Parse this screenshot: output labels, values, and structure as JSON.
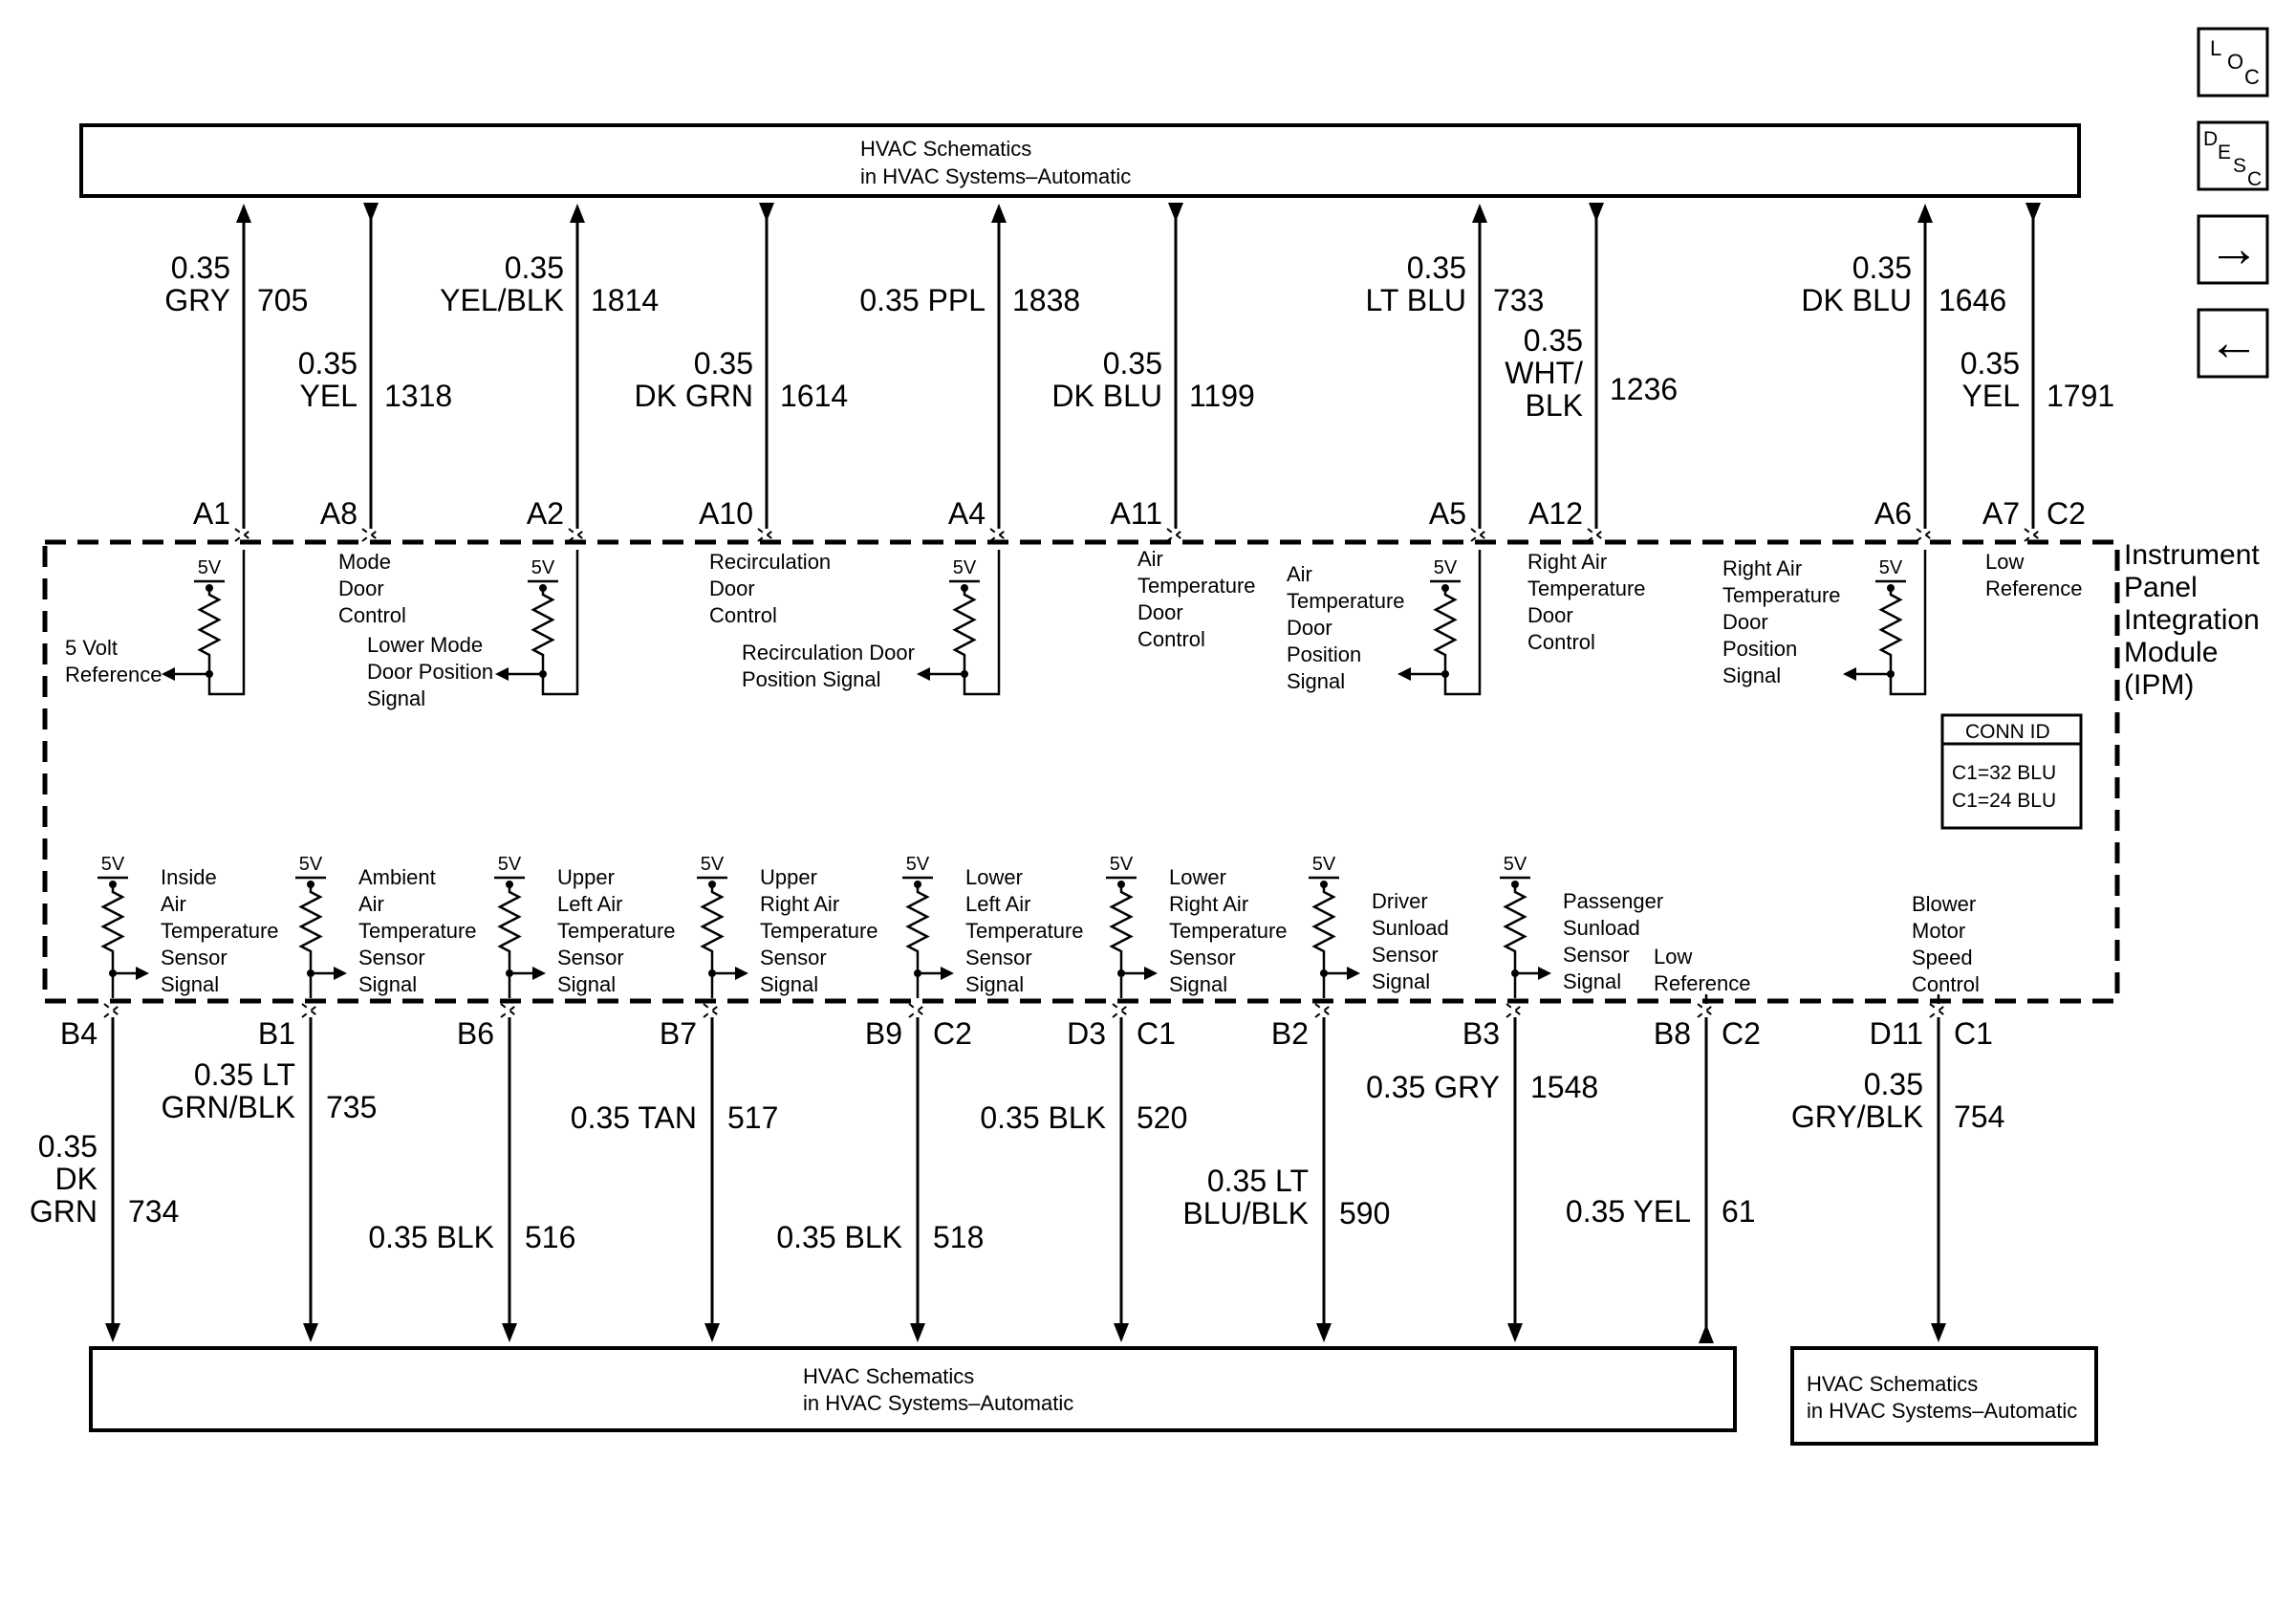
{
  "blocks": {
    "top": [
      "HVAC Schematics",
      "in HVAC Systems–Automatic"
    ],
    "bottom_main": [
      "HVAC Schematics",
      "in HVAC Systems–Automatic"
    ],
    "bottom_right": [
      "HVAC Schematics",
      "in HVAC Systems–Automatic"
    ]
  },
  "module_label": [
    "Instrument",
    "Panel",
    "Integration",
    "Module",
    "(IPM)"
  ],
  "conn_id": {
    "title": "CONN ID",
    "lines": [
      "C1=32 BLU",
      "C1=24 BLU"
    ]
  },
  "nav": {
    "loc": [
      "L",
      "O",
      "C"
    ],
    "desc": [
      "D",
      "E",
      "S",
      "C"
    ],
    "next": "→",
    "prev": "←"
  },
  "five_volt": "5V",
  "top_wires": [
    {
      "pin": "A1",
      "dir": "up",
      "lines": [
        "0.35",
        "GRY"
      ],
      "circuit": "705",
      "signal": [
        "5 Volt",
        "Reference"
      ],
      "sensor": true
    },
    {
      "pin": "A8",
      "dir": "down",
      "lines": [
        "0.35",
        "YEL"
      ],
      "circuit": "1318",
      "signal": [
        "Mode",
        "Door",
        "Control"
      ],
      "sensor": false
    },
    {
      "pin": "A2",
      "dir": "up",
      "lines": [
        "0.35",
        "YEL/BLK"
      ],
      "circuit": "1814",
      "signal": [
        "Lower Mode",
        "Door Position",
        "Signal"
      ],
      "sensor": true
    },
    {
      "pin": "A10",
      "dir": "down",
      "lines": [
        "0.35",
        "DK GRN"
      ],
      "circuit": "1614",
      "signal": [
        "Recirculation",
        "Door",
        "Control"
      ],
      "sensor": false
    },
    {
      "pin": "A4",
      "dir": "up",
      "lines": [
        "0.35 PPL"
      ],
      "circuit": "1838",
      "signal": [
        "Recirculation Door",
        "Position Signal"
      ],
      "sensor": true
    },
    {
      "pin": "A11",
      "dir": "down",
      "lines": [
        "0.35",
        "DK BLU"
      ],
      "circuit": "1199",
      "signal": [
        "Air",
        "Temperature",
        "Door",
        "Control"
      ],
      "sensor": false
    },
    {
      "pin": "A5",
      "dir": "up",
      "lines": [
        "0.35",
        "LT BLU"
      ],
      "circuit": "733",
      "signal": [
        "Air",
        "Temperature",
        "Door",
        "Position",
        "Signal"
      ],
      "sensor": true
    },
    {
      "pin": "A12",
      "dir": "down",
      "lines": [
        "0.35",
        "WHT/",
        "BLK"
      ],
      "circuit": "1236",
      "signal": [
        "Right Air",
        "Temperature",
        "Door",
        "Control"
      ],
      "sensor": false
    },
    {
      "pin": "A6",
      "dir": "up",
      "lines": [
        "0.35",
        "DK BLU"
      ],
      "circuit": "1646",
      "signal": [
        "Right Air",
        "Temperature",
        "Door",
        "Position",
        "Signal"
      ],
      "sensor": true
    },
    {
      "pin": "A7",
      "conn": "C2",
      "dir": "down",
      "lines": [
        "0.35",
        "YEL"
      ],
      "circuit": "1791",
      "signal": [
        "Low",
        "Reference"
      ],
      "sensor": false
    }
  ],
  "bottom_wires": [
    {
      "pin": "B4",
      "lines": [
        "0.35",
        "DK",
        "GRN"
      ],
      "circuit": "734",
      "signal": [
        "Inside",
        "Air",
        "Temperature",
        "Sensor",
        "Signal"
      ],
      "sensor": true,
      "dir": "down"
    },
    {
      "pin": "B1",
      "lines": [
        "0.35 LT",
        "GRN/BLK"
      ],
      "circuit": "735",
      "signal": [
        "Ambient",
        "Air",
        "Temperature",
        "Sensor",
        "Signal"
      ],
      "sensor": true,
      "dir": "down"
    },
    {
      "pin": "B6",
      "lines": [
        "0.35 BLK"
      ],
      "circuit": "516",
      "signal": [
        "Upper",
        "Left Air",
        "Temperature",
        "Sensor",
        "Signal"
      ],
      "sensor": true,
      "dir": "down"
    },
    {
      "pin": "B7",
      "lines": [
        "0.35 TAN"
      ],
      "circuit": "517",
      "signal": [
        "Upper",
        "Right Air",
        "Temperature",
        "Sensor",
        "Signal"
      ],
      "sensor": true,
      "dir": "down"
    },
    {
      "pin": "B9",
      "conn": "C2",
      "lines": [
        "0.35 BLK"
      ],
      "circuit": "518",
      "signal": [
        "Lower",
        "Left Air",
        "Temperature",
        "Sensor",
        "Signal"
      ],
      "sensor": true,
      "dir": "down"
    },
    {
      "pin": "D3",
      "conn": "C1",
      "lines": [
        "0.35 BLK"
      ],
      "circuit": "520",
      "signal": [
        "Lower",
        "Right Air",
        "Temperature",
        "Sensor",
        "Signal"
      ],
      "sensor": true,
      "dir": "down"
    },
    {
      "pin": "B2",
      "lines": [
        "0.35 LT",
        "BLU/BLK"
      ],
      "circuit": "590",
      "signal": [
        "Driver",
        "Sunload",
        "Sensor",
        "Signal"
      ],
      "sensor": true,
      "dir": "down"
    },
    {
      "pin": "B3",
      "lines": [
        "0.35 GRY"
      ],
      "circuit": "1548",
      "signal": [
        "Passenger",
        "Sunload",
        "Sensor",
        "Signal"
      ],
      "sensor": true,
      "dir": "down"
    },
    {
      "pin": "B8",
      "conn": "C2",
      "lines": [
        "0.35 YEL"
      ],
      "circuit": "61",
      "signal": [
        "Low",
        "Reference"
      ],
      "sensor": false,
      "dir": "up"
    },
    {
      "pin": "D11",
      "conn": "C1",
      "lines": [
        "0.35",
        "GRY/BLK"
      ],
      "circuit": "754",
      "signal": [
        "Blower",
        "Motor",
        "Speed",
        "Control"
      ],
      "sensor": false,
      "dir": "down"
    }
  ]
}
